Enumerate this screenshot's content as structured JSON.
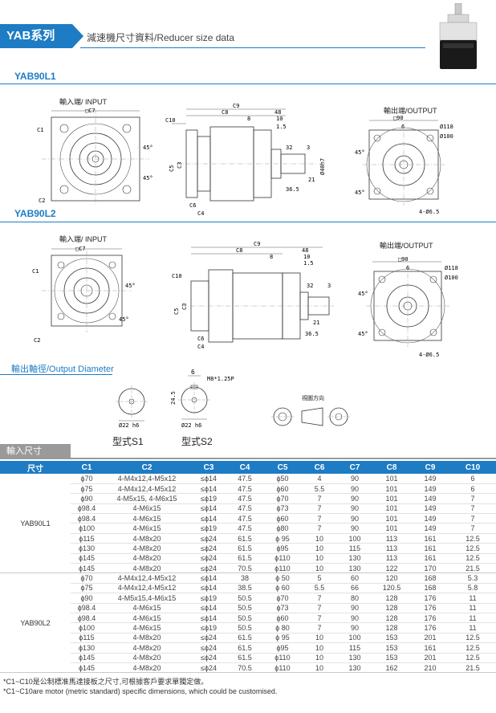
{
  "header": {
    "series": "YAB系列",
    "title": "減速機尺寸資料/Reducer size data"
  },
  "section1": {
    "model": "YAB90L1",
    "input_label": "輸入端/ INPUT",
    "output_label": "輸出端/OUTPUT"
  },
  "section2": {
    "model": "YAB90L2",
    "input_label": "輸入端/ INPUT",
    "output_label": "輸出端/OUTPUT"
  },
  "output_diameter": {
    "title": "輸出軸徑/Output Diameter",
    "view_dir": "視圖方向",
    "style1": "型式S1",
    "style2": "型式S2",
    "dim_6": "6",
    "dim_m8": "M8*1.25P",
    "dim_245": "24.5",
    "dim_phi22": "Ø22 h6"
  },
  "dims": {
    "c1": "C1",
    "c2": "C2",
    "c3": "C3",
    "c4": "C4",
    "c5": "C5",
    "c6": "C6",
    "c7": "□C7",
    "c8": "C8",
    "c9": "C9",
    "c10": "C10",
    "d48": "48",
    "d10": "10",
    "d15": "1.5",
    "d8": "8",
    "d32": "32",
    "d3": "3",
    "d21": "21",
    "d365": "36.5",
    "d90": "□90",
    "d118": "Ø118",
    "d100": "Ø100",
    "d6": "6",
    "d4phi": "4-Ø6.5",
    "phi40": "Ø40h7",
    "angle45": "45°"
  },
  "table": {
    "tab_label": "輸入尺寸",
    "headers": [
      "尺寸",
      "C1",
      "C2",
      "C3",
      "C4",
      "C5",
      "C6",
      "C7",
      "C8",
      "C9",
      "C10"
    ],
    "groups": [
      {
        "model": "YAB90L1",
        "rows": [
          [
            "ϕ70",
            "4-M4x12,4-M5x12",
            "≤ϕ14",
            "47.5",
            "ϕ50",
            "4",
            "90",
            "101",
            "149",
            "6"
          ],
          [
            "ϕ75",
            "4-M4x12,4-M5x12",
            "≤ϕ14",
            "47.5",
            "ϕ60",
            "5.5",
            "90",
            "101",
            "149",
            "6"
          ],
          [
            "ϕ90",
            "4-M5x15, 4-M6x15",
            "≤ϕ19",
            "47.5",
            "ϕ70",
            "7",
            "90",
            "101",
            "149",
            "7"
          ],
          [
            "ϕ98.4",
            "4-M6x15",
            "≤ϕ14",
            "47.5",
            "ϕ73",
            "7",
            "90",
            "101",
            "149",
            "7"
          ],
          [
            "ϕ98.4",
            "4-M6x15",
            "≤ϕ14",
            "47.5",
            "ϕ60",
            "7",
            "90",
            "101",
            "149",
            "7"
          ],
          [
            "ϕ100",
            "4-M6x15",
            "≤ϕ19",
            "47.5",
            "ϕ80",
            "7",
            "90",
            "101",
            "149",
            "7"
          ],
          [
            "ϕ115",
            "4-M8x20",
            "≤ϕ24",
            "61.5",
            "ϕ 95",
            "10",
            "100",
            "113",
            "161",
            "12.5"
          ],
          [
            "ϕ130",
            "4-M8x20",
            "≤ϕ24",
            "61.5",
            "ϕ95",
            "10",
            "115",
            "113",
            "161",
            "12.5"
          ],
          [
            "ϕ145",
            "4-M8x20",
            "≤ϕ24",
            "61.5",
            "ϕ110",
            "10",
            "130",
            "113",
            "161",
            "12.5"
          ],
          [
            "ϕ145",
            "4-M8x20",
            "≤ϕ24",
            "70.5",
            "ϕ110",
            "10",
            "130",
            "122",
            "170",
            "21.5"
          ]
        ]
      },
      {
        "model": "YAB90L2",
        "rows": [
          [
            "ϕ70",
            "4-M4x12,4-M5x12",
            "≤ϕ14",
            "38",
            "ϕ 50",
            "5",
            "60",
            "120",
            "168",
            "5.3"
          ],
          [
            "ϕ75",
            "4-M4x12,4-M5x12",
            "≤ϕ14",
            "38.5",
            "ϕ 60",
            "5.5",
            "66",
            "120.5",
            "168",
            "5.8"
          ],
          [
            "ϕ90",
            "4-M5x15,4-M6x15",
            "≤ϕ19",
            "50.5",
            "ϕ70",
            "7",
            "80",
            "128",
            "176",
            "11"
          ],
          [
            "ϕ98.4",
            "4-M6x15",
            "≤ϕ14",
            "50.5",
            "ϕ73",
            "7",
            "90",
            "128",
            "176",
            "11"
          ],
          [
            "ϕ98.4",
            "4-M6x15",
            "≤ϕ14",
            "50.5",
            "ϕ60",
            "7",
            "90",
            "128",
            "176",
            "11"
          ],
          [
            "ϕ100",
            "4-M6x15",
            "≤ϕ19",
            "50.5",
            "ϕ 80",
            "7",
            "90",
            "128",
            "176",
            "11"
          ],
          [
            "ϕ115",
            "4-M8x20",
            "≤ϕ24",
            "61.5",
            "ϕ 95",
            "10",
            "100",
            "153",
            "201",
            "12.5"
          ],
          [
            "ϕ130",
            "4-M8x20",
            "≤ϕ24",
            "61.5",
            "ϕ95",
            "10",
            "115",
            "153",
            "161",
            "12.5"
          ],
          [
            "ϕ145",
            "4-M8x20",
            "≤ϕ24",
            "61.5",
            "ϕ110",
            "10",
            "130",
            "153",
            "201",
            "12.5"
          ],
          [
            "ϕ145",
            "4-M8x20",
            "≤ϕ24",
            "70.5",
            "ϕ110",
            "10",
            "130",
            "162",
            "210",
            "21.5"
          ]
        ]
      }
    ]
  },
  "notes": [
    "*C1~C10是公制標准馬達接板之尺寸,可根據客戶要求單獨定做。",
    "*C1~C10are motor (metric standard) specific dimensions, which could be customised."
  ],
  "colors": {
    "accent": "#1d7cc4",
    "tab_gray": "#9a9a9a"
  }
}
